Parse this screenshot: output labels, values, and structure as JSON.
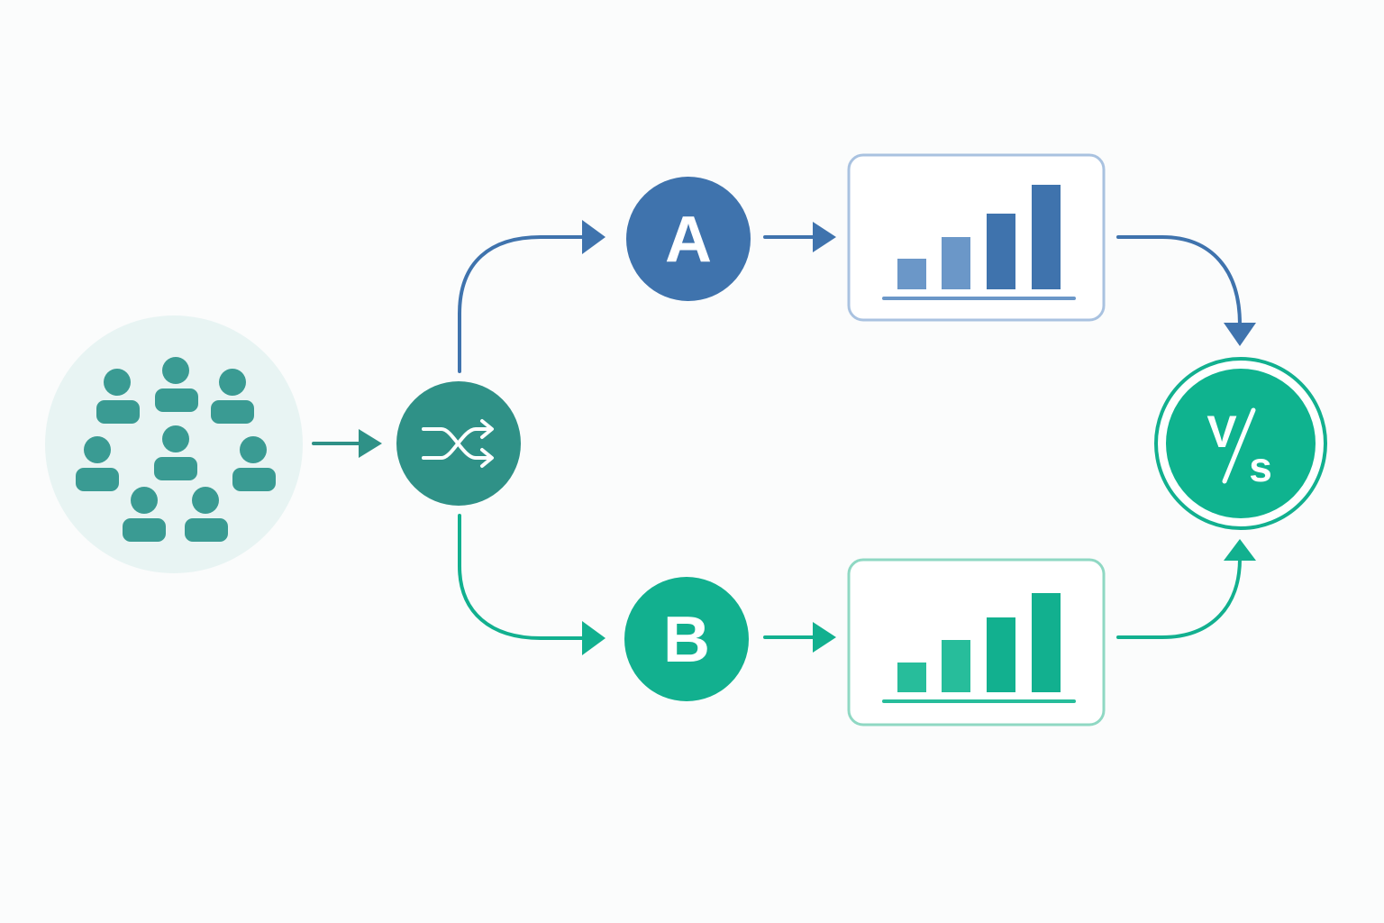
{
  "variant_a": {
    "label": "A"
  },
  "variant_b": {
    "label": "B"
  },
  "comparison": {
    "label_v": "V",
    "label_s": "s"
  },
  "icons": {
    "population": "users-group-icon",
    "randomizer": "shuffle-icon",
    "chart": "bar-chart-icon",
    "comparison": "versus-icon"
  },
  "colors": {
    "background": "#fbfcfc",
    "population_bg": "#e8f4f3",
    "population_people": "#3a9b93",
    "randomizer": "#2f9187",
    "variant_a": "#3f73ad",
    "variant_a_light": "#6b97c8",
    "variant_a_border": "#a9c2e0",
    "variant_b": "#12b08f",
    "variant_b_light": "#27bd9b",
    "variant_b_border": "#8fd8c3",
    "comparison": "#0fb38f"
  }
}
